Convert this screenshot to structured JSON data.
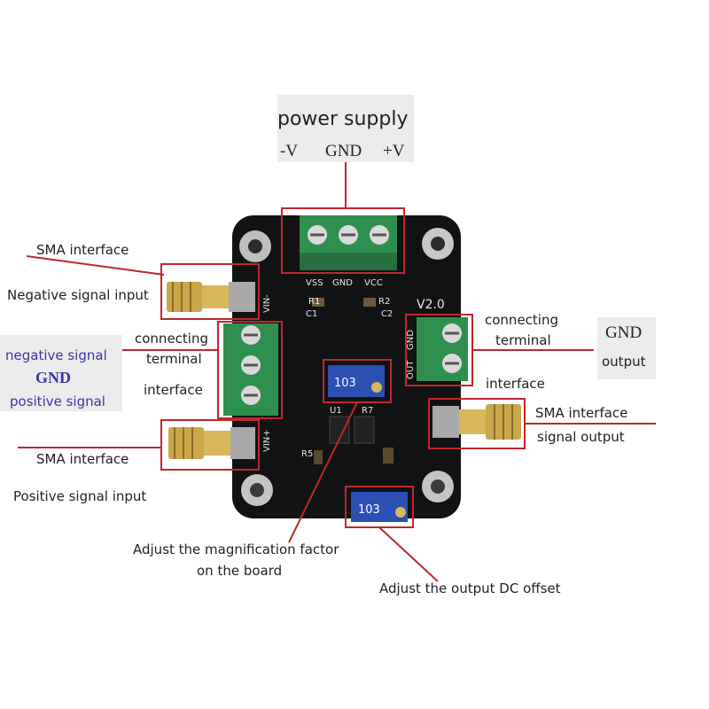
{
  "power": {
    "title": "power supply",
    "minus": "-V",
    "gnd": "GND",
    "plus": "+V"
  },
  "left": {
    "sma_top": "SMA interface",
    "neg_input": "Negative signal input",
    "connecting": "connecting",
    "terminal": "terminal",
    "interface": "interface",
    "neg_signal": "negative signal",
    "gnd": "GND",
    "pos_signal": "positive signal",
    "sma_bottom": "SMA interface",
    "pos_input": "Positive signal input"
  },
  "right": {
    "connecting": "connecting",
    "terminal": "terminal",
    "interface": "interface",
    "gnd": "GND",
    "output": "output",
    "sma": "SMA interface",
    "signal_output": "signal output"
  },
  "bottom": {
    "magnification_1": "Adjust the magnification factor",
    "magnification_2": "on the board",
    "offset": "Adjust the output DC offset"
  },
  "board": {
    "vss": "VSS",
    "gnd": "GND",
    "vcc": "VCC",
    "vin_minus": "VIN-",
    "vin_plus": "VIN+",
    "v20": "V2.0",
    "out": "OUT",
    "gnd_r": "GND",
    "pot_label": "103",
    "pot_label2": "103",
    "u1": "U1",
    "r1": "R1",
    "r2": "R2",
    "c1": "C1",
    "c2": "C2",
    "r5": "R5",
    "r7": "R7"
  },
  "colors": {
    "board": "#111214",
    "terminal": "#2f8f4e",
    "annotation": "#c0272d",
    "pot": "#2b4fb3",
    "sma": "#c9a64a"
  }
}
